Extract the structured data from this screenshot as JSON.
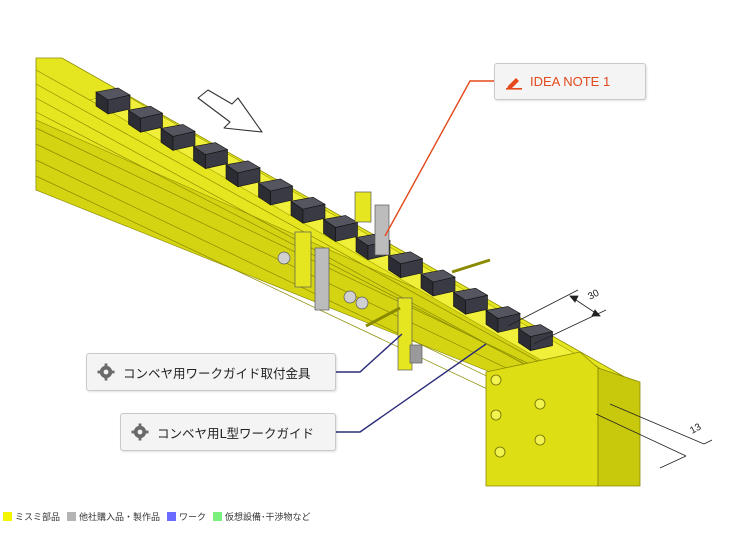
{
  "callouts": {
    "idea_note": {
      "label": "IDEA NOTE 1",
      "color": "#e4491c"
    },
    "work_guide_bracket": {
      "label": "コンベヤ用ワークガイド取付金具"
    },
    "l_work_guide": {
      "label": "コンベヤ用L型ワークガイド"
    }
  },
  "dimensions": {
    "guide_gap": "30",
    "flange": "13"
  },
  "legend": [
    {
      "label": "ミスミ部品",
      "color": "#f5f500"
    },
    {
      "label": "他社購入品・製作品",
      "color": "#b4b4b4"
    },
    {
      "label": "ワーク",
      "color": "#6b6bff"
    },
    {
      "label": "仮想設備･干渉物など",
      "color": "#7cf07c"
    }
  ],
  "colors": {
    "frame_yellow": "#e3e315",
    "frame_dark": "#b8b80a",
    "work_dark": "#2c2c34",
    "leader_orange": "#e4491c",
    "leader_navy": "#2b2b7a"
  }
}
